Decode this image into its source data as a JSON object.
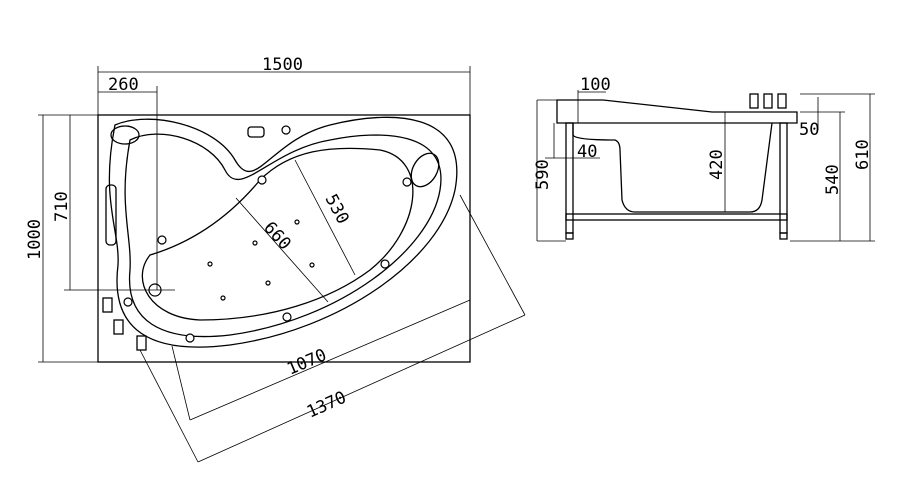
{
  "title": "Corner whirlpool bathtub dimension drawing",
  "units": "mm",
  "top_view": {
    "width": "1500",
    "drain_offset": "260",
    "depth": "1000",
    "drain_depth": "710",
    "inner_width": "530",
    "inner_diagonal": "660",
    "inner_length": "1070",
    "outer_length": "1370"
  },
  "side_view": {
    "rim_width": "100",
    "total_height_left": "590",
    "panel_offset": "40",
    "inner_depth": "420",
    "faucet_height": "50",
    "rim_height": "540",
    "total_height": "610"
  }
}
